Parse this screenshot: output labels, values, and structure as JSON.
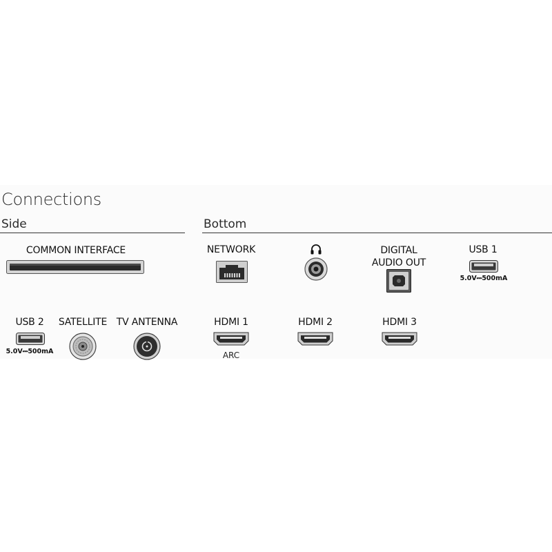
{
  "title": "Connections",
  "sections": {
    "side": "Side",
    "bottom": "Bottom"
  },
  "side": {
    "common_interface": "COMMON INTERFACE",
    "usb2": {
      "label": "USB 2",
      "spec": "5.0V⎓500mA"
    },
    "satellite": "SATELLITE",
    "tv_antenna": "TV ANTENNA"
  },
  "bottom": {
    "network": "NETWORK",
    "digital_audio_out": [
      "DIGITAL",
      "AUDIO OUT"
    ],
    "usb1": {
      "label": "USB 1",
      "spec": "5.0V⎓500mA"
    },
    "hdmi1": {
      "label": "HDMI 1",
      "sub": "ARC"
    },
    "hdmi2": "HDMI 2",
    "hdmi3": "HDMI 3"
  },
  "icons": [
    "headphone-icon",
    "ethernet-port-icon",
    "optical-port-icon",
    "usb-port-icon",
    "satellite-connector-icon",
    "antenna-connector-icon",
    "hdmi-port-icon",
    "ci-slot-icon"
  ]
}
